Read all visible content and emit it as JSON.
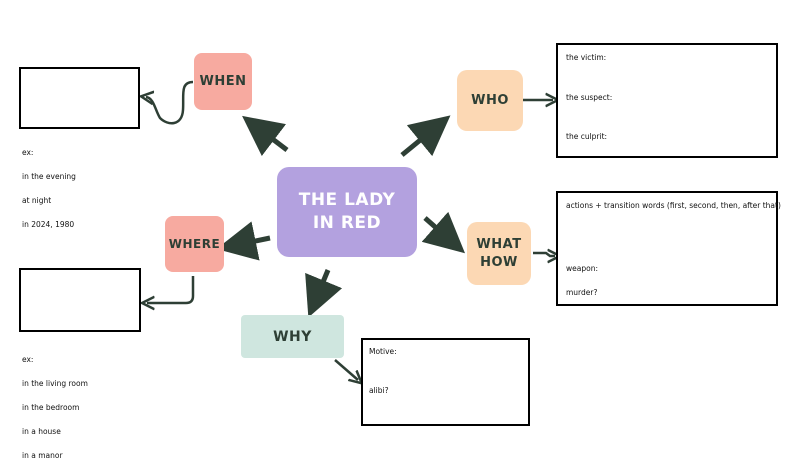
{
  "center": {
    "label_line1": "THE LADY",
    "label_line2": "IN RED",
    "color": "#b3a1df"
  },
  "nodes": {
    "when": {
      "label": "WHEN",
      "color": "#f7aaa0"
    },
    "who": {
      "label": "WHO",
      "color": "#fcd8b4"
    },
    "where": {
      "label": "WHERE",
      "color": "#f7aaa0"
    },
    "what_how": {
      "label_line1": "WHAT",
      "label_line2": "HOW",
      "color": "#fcd8b4"
    },
    "why": {
      "label": "WHY",
      "color": "#cfe6df"
    }
  },
  "when_examples": {
    "line1": "ex:",
    "line2": "in the evening",
    "line3": "at night",
    "line4": "in 2024, 1980"
  },
  "where_examples": {
    "line1": "ex:",
    "line2": "in the living room",
    "line3": "in the bedroom",
    "line4": "in a house",
    "line5": "in a manor"
  },
  "who_box": {
    "victim": "the victim:",
    "suspect": "the suspect:",
    "culprit": "the culprit:"
  },
  "what_box": {
    "actions": "actions + transition words (first, second, then, after that)",
    "weapon": "weapon:",
    "murder": "murder?"
  },
  "why_box": {
    "motive": "Motive:",
    "alibi": "alibi?"
  },
  "colors": {
    "arrow": "#2e3f35",
    "text": "#2e3f35"
  }
}
